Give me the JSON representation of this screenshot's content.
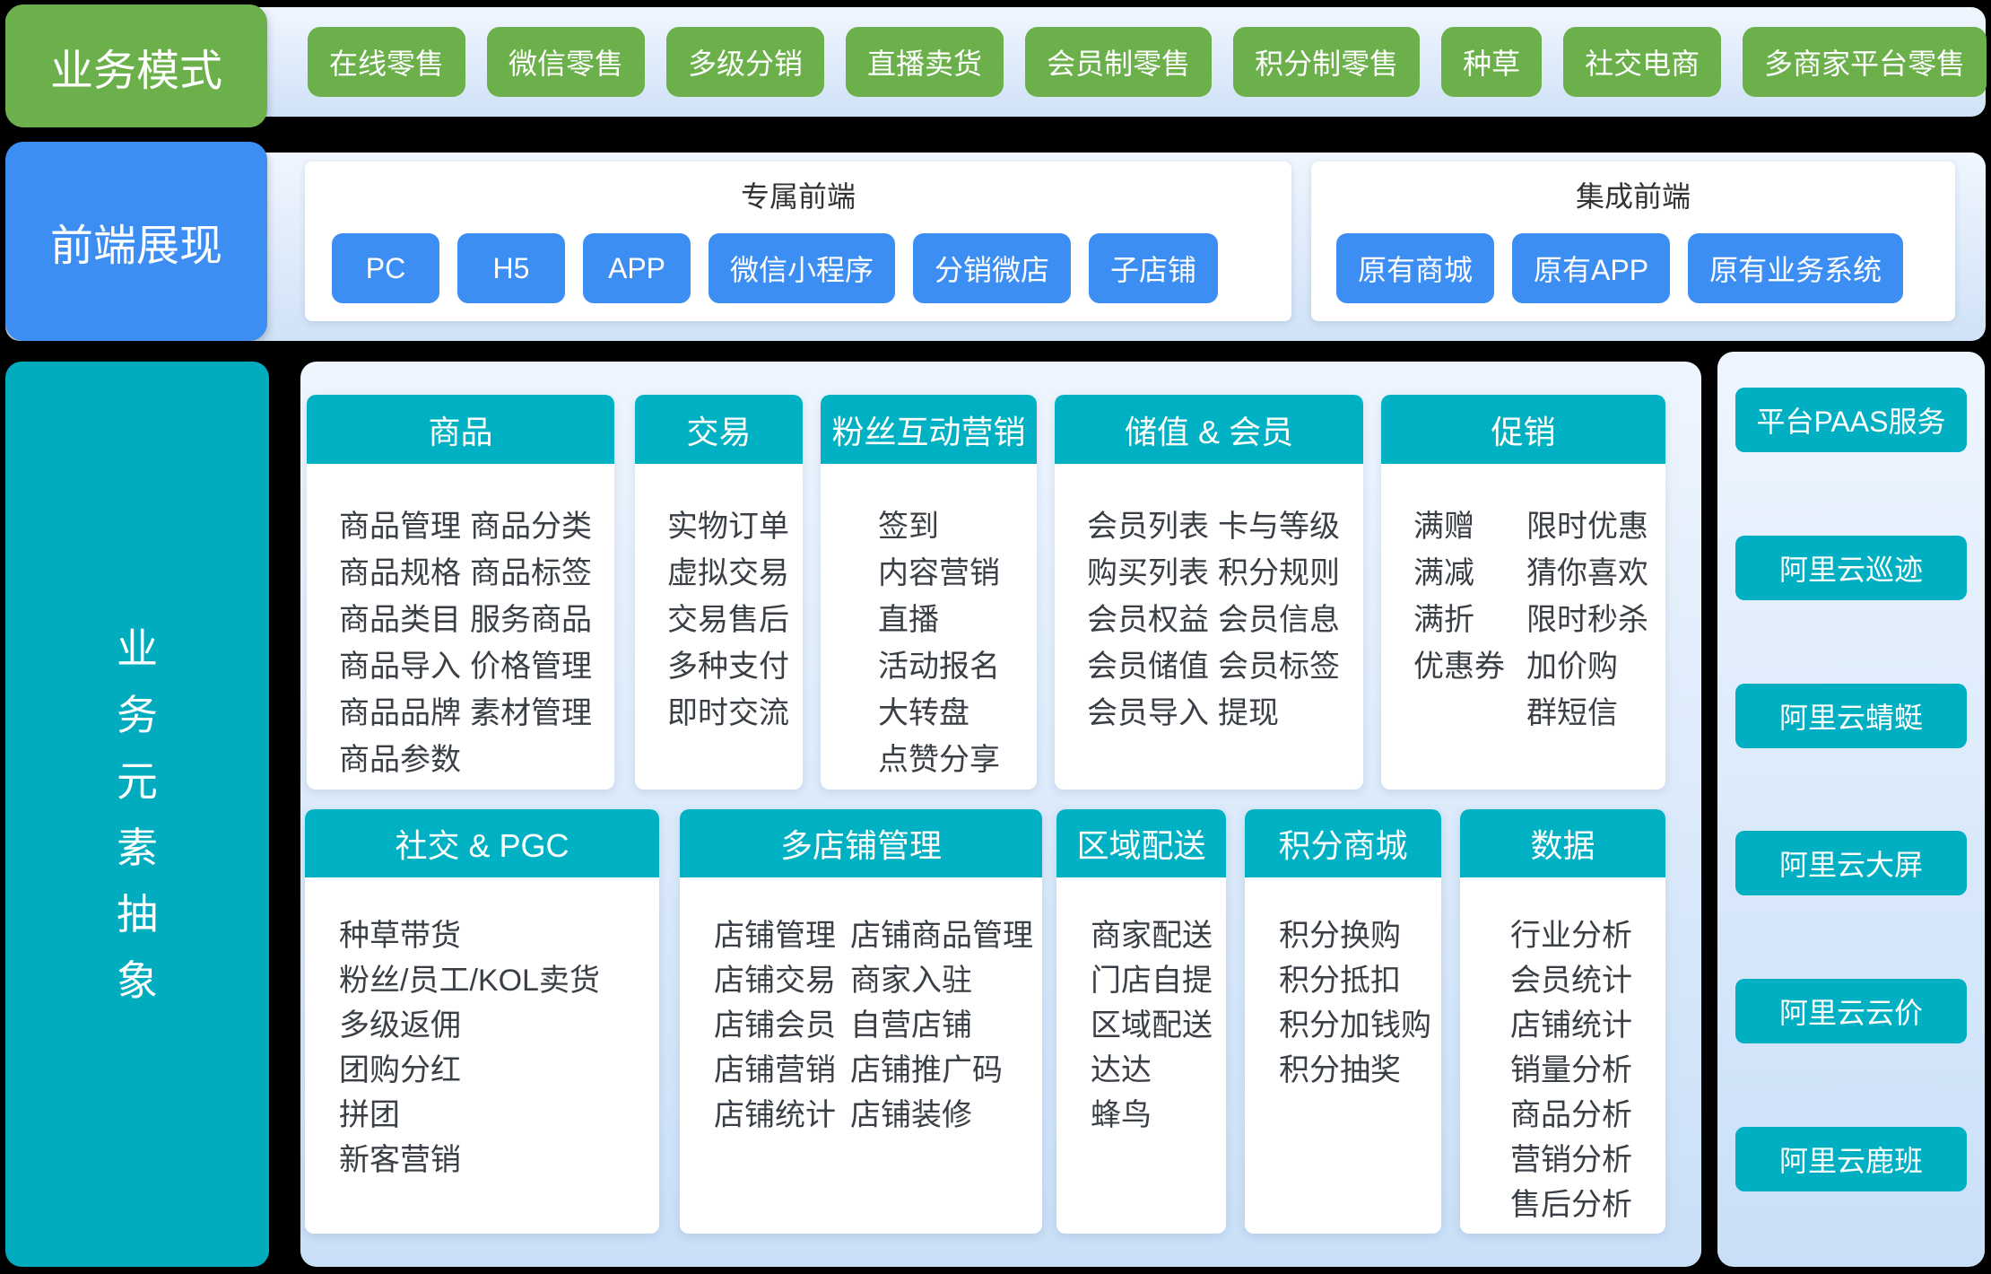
{
  "colors": {
    "page_bg": "#000000",
    "green": "#6CB04B",
    "blue": "#3D8EF2",
    "teal": "#00AFC2",
    "card_header_teal": "#00B1C4",
    "panel_gradient_top": "#EEF5FE",
    "panel_gradient_bottom": "#C9DFF7",
    "list_text": "#3A3F45"
  },
  "business_models": {
    "label": "业务模式",
    "items": [
      "在线零售",
      "微信零售",
      "多级分销",
      "直播卖货",
      "会员制零售",
      "积分制零售",
      "种草",
      "社交电商",
      "多商家平台零售"
    ]
  },
  "frontend": {
    "label": "前端展现",
    "dedicated": {
      "title": "专属前端",
      "items": [
        "PC",
        "H5",
        "APP",
        "微信小程序",
        "分销微店",
        "子店铺"
      ]
    },
    "integrated": {
      "title": "集成前端",
      "items": [
        "原有商城",
        "原有APP",
        "原有业务系统"
      ]
    }
  },
  "abstraction": {
    "label": "业务元素抽象",
    "row1": [
      {
        "title": "商品",
        "columns": [
          [
            "商品管理",
            "商品规格",
            "商品类目",
            "商品导入",
            "商品品牌",
            "商品参数"
          ],
          [
            "商品分类",
            "商品标签",
            "服务商品",
            "价格管理",
            "素材管理"
          ]
        ]
      },
      {
        "title": "交易",
        "columns": [
          [
            "实物订单",
            "虚拟交易",
            "交易售后",
            "多种支付",
            "即时交流"
          ]
        ]
      },
      {
        "title": "粉丝互动营销",
        "columns": [
          [
            "签到",
            "内容营销",
            "直播",
            "活动报名",
            "大转盘",
            "点赞分享"
          ]
        ]
      },
      {
        "title": "储值 & 会员",
        "columns": [
          [
            "会员列表",
            "购买列表",
            "会员权益",
            "会员储值",
            "会员导入"
          ],
          [
            "卡与等级",
            "积分规则",
            "会员信息",
            "会员标签",
            "提现"
          ]
        ]
      },
      {
        "title": "促销",
        "columns": [
          [
            "满赠",
            "满减",
            "满折",
            "优惠券"
          ],
          [
            "限时优惠",
            "猜你喜欢",
            "限时秒杀",
            "加价购",
            "群短信"
          ]
        ]
      }
    ],
    "row2": [
      {
        "title": "社交 & PGC",
        "columns": [
          [
            "种草带货",
            "粉丝/员工/KOL卖货",
            "多级返佣",
            "团购分红",
            "拼团",
            "新客营销"
          ]
        ]
      },
      {
        "title": "多店铺管理",
        "columns": [
          [
            "店铺管理",
            "店铺交易",
            "店铺会员",
            "店铺营销",
            "店铺统计"
          ],
          [
            "店铺商品管理",
            "商家入驻",
            "自营店铺",
            "店铺推广码",
            "店铺装修"
          ]
        ]
      },
      {
        "title": "区域配送",
        "columns": [
          [
            "商家配送",
            "门店自提",
            "区域配送",
            "达达",
            "蜂鸟"
          ]
        ]
      },
      {
        "title": "积分商城",
        "columns": [
          [
            "积分换购",
            "积分抵扣",
            "积分加钱购",
            "积分抽奖"
          ]
        ]
      },
      {
        "title": "数据",
        "columns": [
          [
            "行业分析",
            "会员统计",
            "店铺统计",
            "销量分析",
            "商品分析",
            "营销分析",
            "售后分析"
          ]
        ]
      }
    ]
  },
  "paas": {
    "title": "平台PAAS服务",
    "services": [
      "阿里云巡迹",
      "阿里云蜻蜓",
      "阿里云大屏",
      "阿里云云价",
      "阿里云鹿班"
    ]
  }
}
